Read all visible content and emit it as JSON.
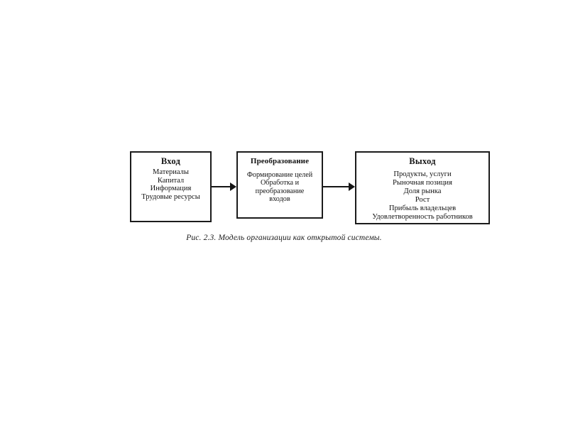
{
  "figure": {
    "caption": "Рис. 2.3. Модель организации как открытой системы.",
    "nodes": [
      {
        "id": "input",
        "title": "Вход",
        "items": [
          "Материалы",
          "Капитал",
          "Информация",
          "Трудовые ресурсы"
        ]
      },
      {
        "id": "transform",
        "title": "Преобразование",
        "items": [
          "Формирование целей",
          "Обработка и",
          "преобразование",
          "входов"
        ]
      },
      {
        "id": "output",
        "title": "Выход",
        "items": [
          "Продукты, услуги",
          "Рыночная позиция",
          "Доля рынка",
          "Рост",
          "Прибыль владельцев",
          "Удовлетворенность работников"
        ]
      }
    ],
    "connectors": [
      {
        "id": "input-to-transform",
        "from": "input",
        "to": "transform",
        "kind": "arrow-right"
      },
      {
        "id": "transform-to-output",
        "from": "transform",
        "to": "output",
        "kind": "arrow-right"
      }
    ],
    "colors": {
      "background": "#ffffff",
      "stroke": "#1b1b1b",
      "text": "#131313"
    }
  }
}
